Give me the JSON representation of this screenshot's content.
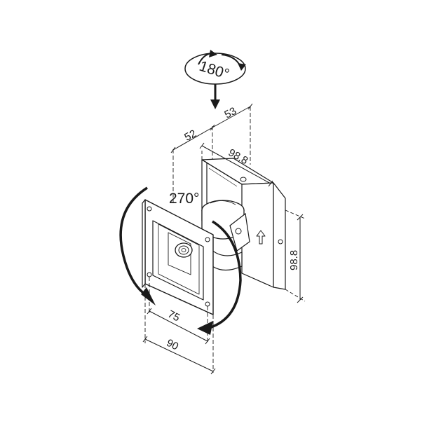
{
  "diagram": {
    "rotation_labels": {
      "swivel": "180°",
      "tilt": "270°"
    },
    "dimensions": {
      "depth_front": "52",
      "depth_rear": "53",
      "wall_plate_width": "98.8",
      "wall_plate_height": "98.8",
      "vesa_inner": "75",
      "vesa_outer": "90"
    },
    "colors": {
      "line": "#1a1a1a",
      "arrow_fill": "#1a1a1a",
      "background": "#ffffff"
    }
  }
}
